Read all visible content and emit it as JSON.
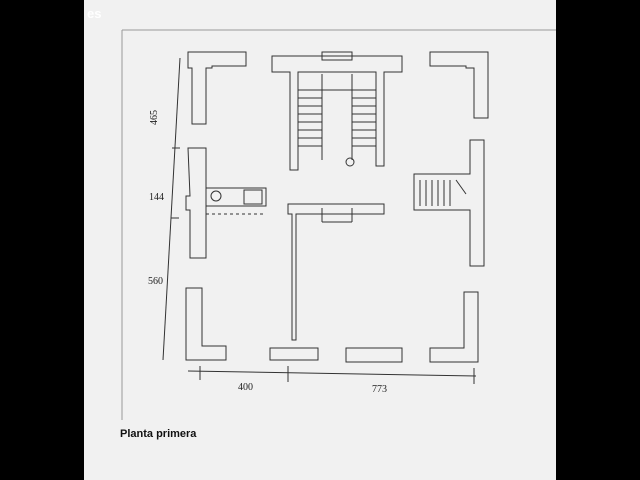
{
  "watermark": "es",
  "caption": "Planta primera",
  "dimensions": {
    "left_top": "465",
    "left_middle": "144",
    "left_bottom": "560",
    "bottom_left": "400",
    "bottom_right": "773"
  },
  "colors": {
    "background": "#000000",
    "paper": "#f1f1f1",
    "ink": "#333333"
  }
}
